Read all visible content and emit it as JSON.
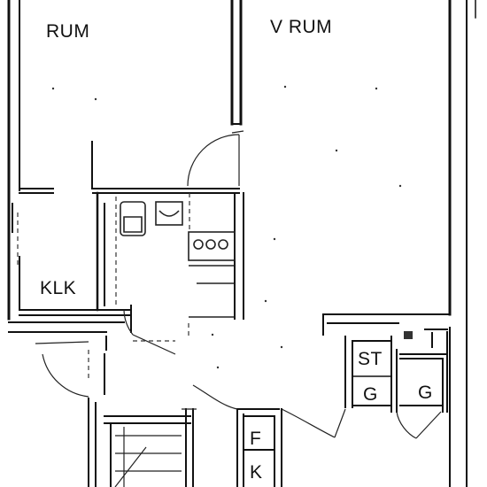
{
  "plan": {
    "rooms": {
      "rum": "RUM",
      "v_rum": "V RUM",
      "klk": "KLK",
      "st": "ST",
      "g_left": "G",
      "g_right": "G",
      "f": "F",
      "k": "K"
    }
  }
}
